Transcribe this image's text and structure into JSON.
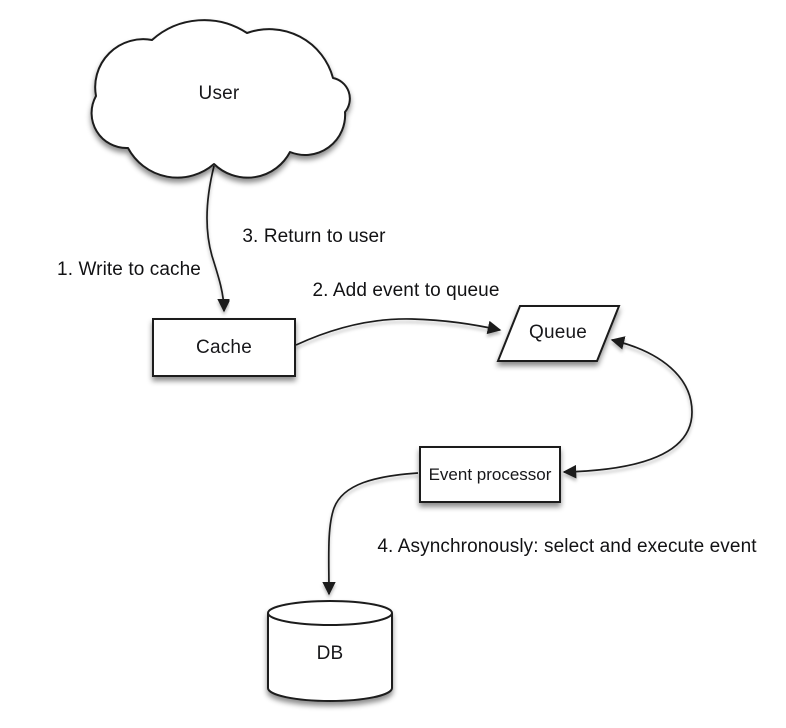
{
  "diagram": {
    "background": "#ffffff",
    "stroke_color": "#1b1b1b",
    "fill_color": "#ffffff",
    "text_color": "#17171a",
    "nodes": {
      "user": "User",
      "cache": "Cache",
      "queue": "Queue",
      "event_processor": "Event processor",
      "db": "DB"
    },
    "steps": {
      "step1": "1. Write to cache",
      "step2": "2. Add event to queue",
      "step3": "3. Return to user",
      "step4": "4. Asynchronously: select and execute event"
    }
  }
}
